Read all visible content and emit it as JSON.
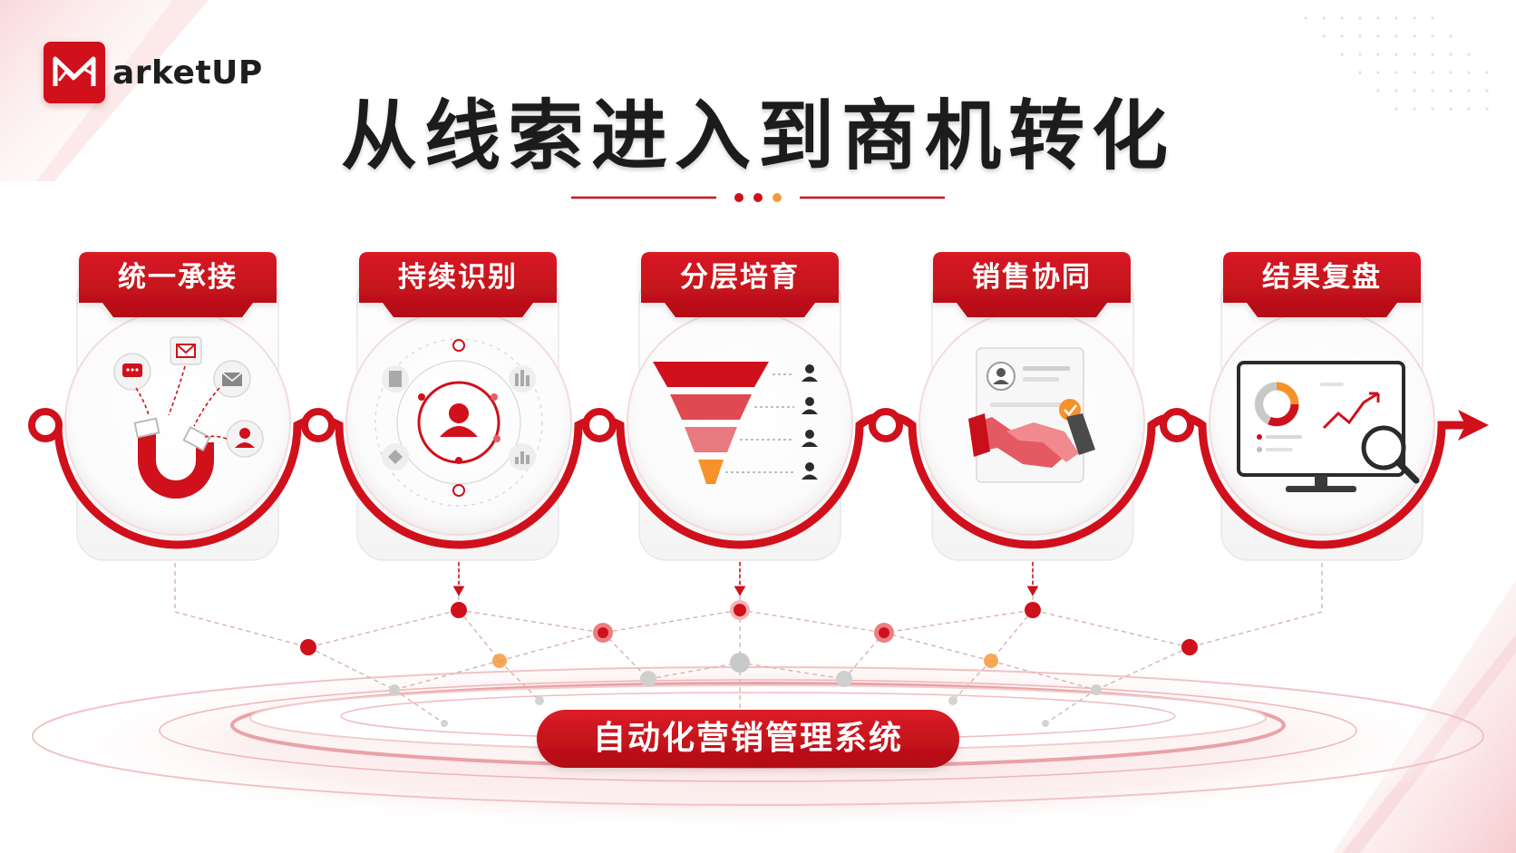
{
  "brand": {
    "logo_text": "arketUP",
    "primary_color": "#d0101b",
    "accent_color": "#f59a3c"
  },
  "title": "从线索进入到商机转化",
  "steps": [
    {
      "label": "统一承接",
      "icon": "magnet-icon"
    },
    {
      "label": "持续识别",
      "icon": "radar-person-icon"
    },
    {
      "label": "分层培育",
      "icon": "funnel-icon"
    },
    {
      "label": "销售协同",
      "icon": "handshake-icon"
    },
    {
      "label": "结果复盘",
      "icon": "dashboard-monitor-icon"
    }
  ],
  "system_label": "自动化营销管理系统"
}
